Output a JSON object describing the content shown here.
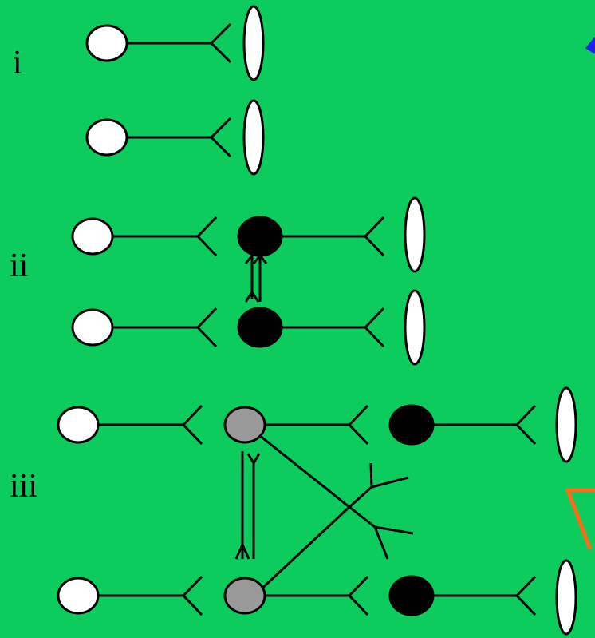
{
  "labels": {
    "row_i": "i",
    "row_ii": "ii",
    "row_iii": "iii"
  },
  "colors": {
    "background": "#0ccc5e",
    "blue_mark": "#1f1ff0",
    "orange_mark": "#ff6a1a",
    "gray_neuron": "#999999"
  }
}
